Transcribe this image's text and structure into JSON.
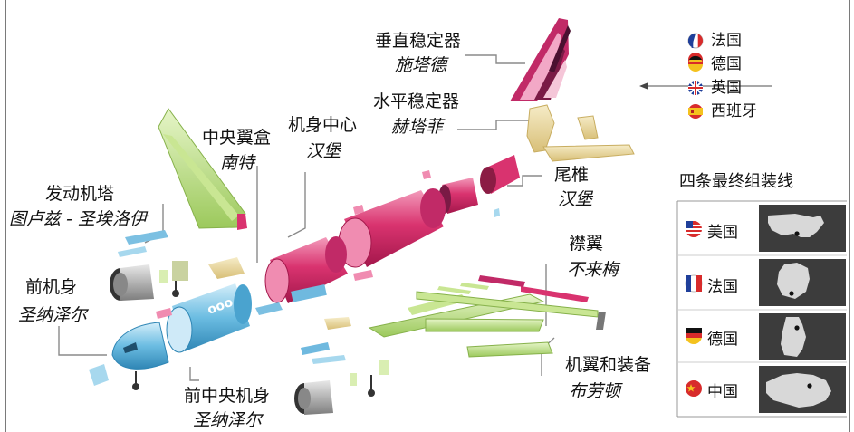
{
  "colors": {
    "pink": "#d9336f",
    "pink_light": "#ef7fa6",
    "blue": "#5fb0d6",
    "blue_light": "#a7d8ee",
    "green": "#b7dc78",
    "yellow": "#ead8a0",
    "gray": "#8d8d8d",
    "leader": "#8a8a8a"
  },
  "labels": {
    "vertical_stabilizer": {
      "part": "垂直稳定器",
      "site": "施塔德"
    },
    "horizontal_stabilizer": {
      "part": "水平稳定器",
      "site": "赫塔菲"
    },
    "center_wing_box": {
      "part": "中央翼盒",
      "site": "南特"
    },
    "center_fuselage": {
      "part": "机身中心",
      "site": "汉堡"
    },
    "engine_pylon": {
      "part": "发动机塔",
      "site": "图卢兹 - 圣埃洛伊"
    },
    "front_fuselage": {
      "part": "前机身",
      "site": "圣纳泽尔"
    },
    "front_center_fuselage": {
      "part": "前中央机身",
      "site": "圣纳泽尔"
    },
    "tail_cone": {
      "part": "尾椎",
      "site": "汉堡"
    },
    "flaps": {
      "part": "襟翼",
      "site": "不来梅"
    },
    "wings_equipment": {
      "part": "机翼和装备",
      "site": "布劳顿"
    }
  },
  "legend": [
    {
      "flag": "france-flag-icon",
      "name": "法国"
    },
    {
      "flag": "germany-flag-icon",
      "name": "德国"
    },
    {
      "flag": "uk-flag-icon",
      "name": "英国"
    },
    {
      "flag": "spain-flag-icon",
      "name": "西班牙"
    }
  ],
  "assembly": {
    "title": "四条最终组装线",
    "lines": [
      {
        "flag": "usa-flag-icon",
        "country": "美国",
        "map": "usa-map-icon"
      },
      {
        "flag": "france-flag-icon",
        "country": "法国",
        "map": "france-map-icon"
      },
      {
        "flag": "germany-flag-icon",
        "country": "德国",
        "map": "germany-map-icon"
      },
      {
        "flag": "china-flag-icon",
        "country": "中国",
        "map": "china-map-icon"
      }
    ]
  }
}
